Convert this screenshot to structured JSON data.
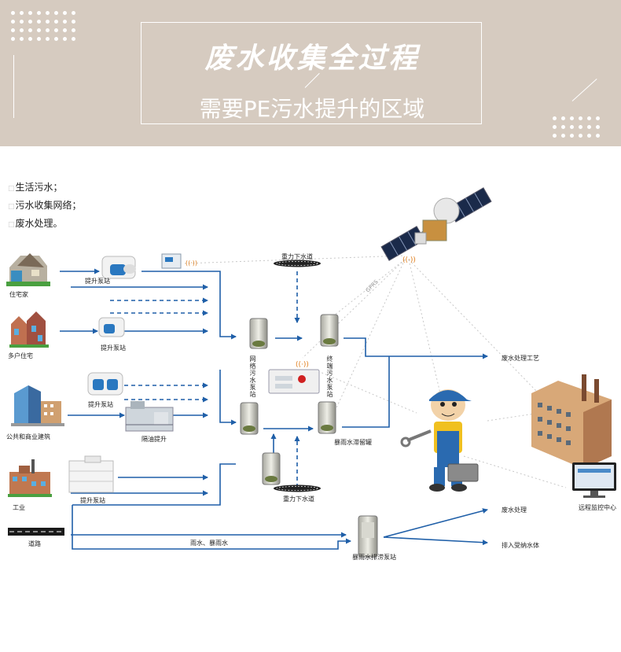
{
  "header": {
    "title": "废水收集全过程",
    "subtitle": "需要PE污水提升的区域"
  },
  "legend": [
    "生活污水；",
    "污水收集网络；",
    "废水处理。"
  ],
  "labels": {
    "residential": "住宅家",
    "multi_residential": "多户住宅",
    "public_commercial": "公共和商业建筑",
    "industry": "工业",
    "road": "道路",
    "lift_station_1": "提升泵站",
    "lift_station_2": "提升泵站",
    "lift_station_3": "提升泵站",
    "grease_lift": "隔油提升",
    "lift_station_4": "提升泵站",
    "gravity_sewer_top": "重力下水道",
    "gravity_sewer_bottom": "重力下水道",
    "network_station": "网络污水泵站",
    "terminal_station": "终端污水泵站",
    "storm_tank": "暴雨水滞留罐",
    "gprs": "GPRS",
    "wastewater_process": "废水处理工艺",
    "remote_center": "远程监控中心",
    "rain_storm": "雨水、暴雨水",
    "storm_pump_station": "暴雨水排涝泵站",
    "wastewater_treatment": "废水处理",
    "discharge": "排入受纳水体"
  },
  "colors": {
    "header_bg": "#d6cbc0",
    "flow": "#1f5fa8",
    "dotted": "#c8c8c8"
  },
  "icons": [
    "house-icon",
    "multi-house-icon",
    "office-building-icon",
    "factory-icon",
    "road-icon",
    "pump-unit-icon",
    "control-box-icon",
    "sump-tank-icon",
    "satellite-icon",
    "antenna-icon",
    "worker-icon",
    "treatment-plant-icon",
    "monitor-icon"
  ]
}
